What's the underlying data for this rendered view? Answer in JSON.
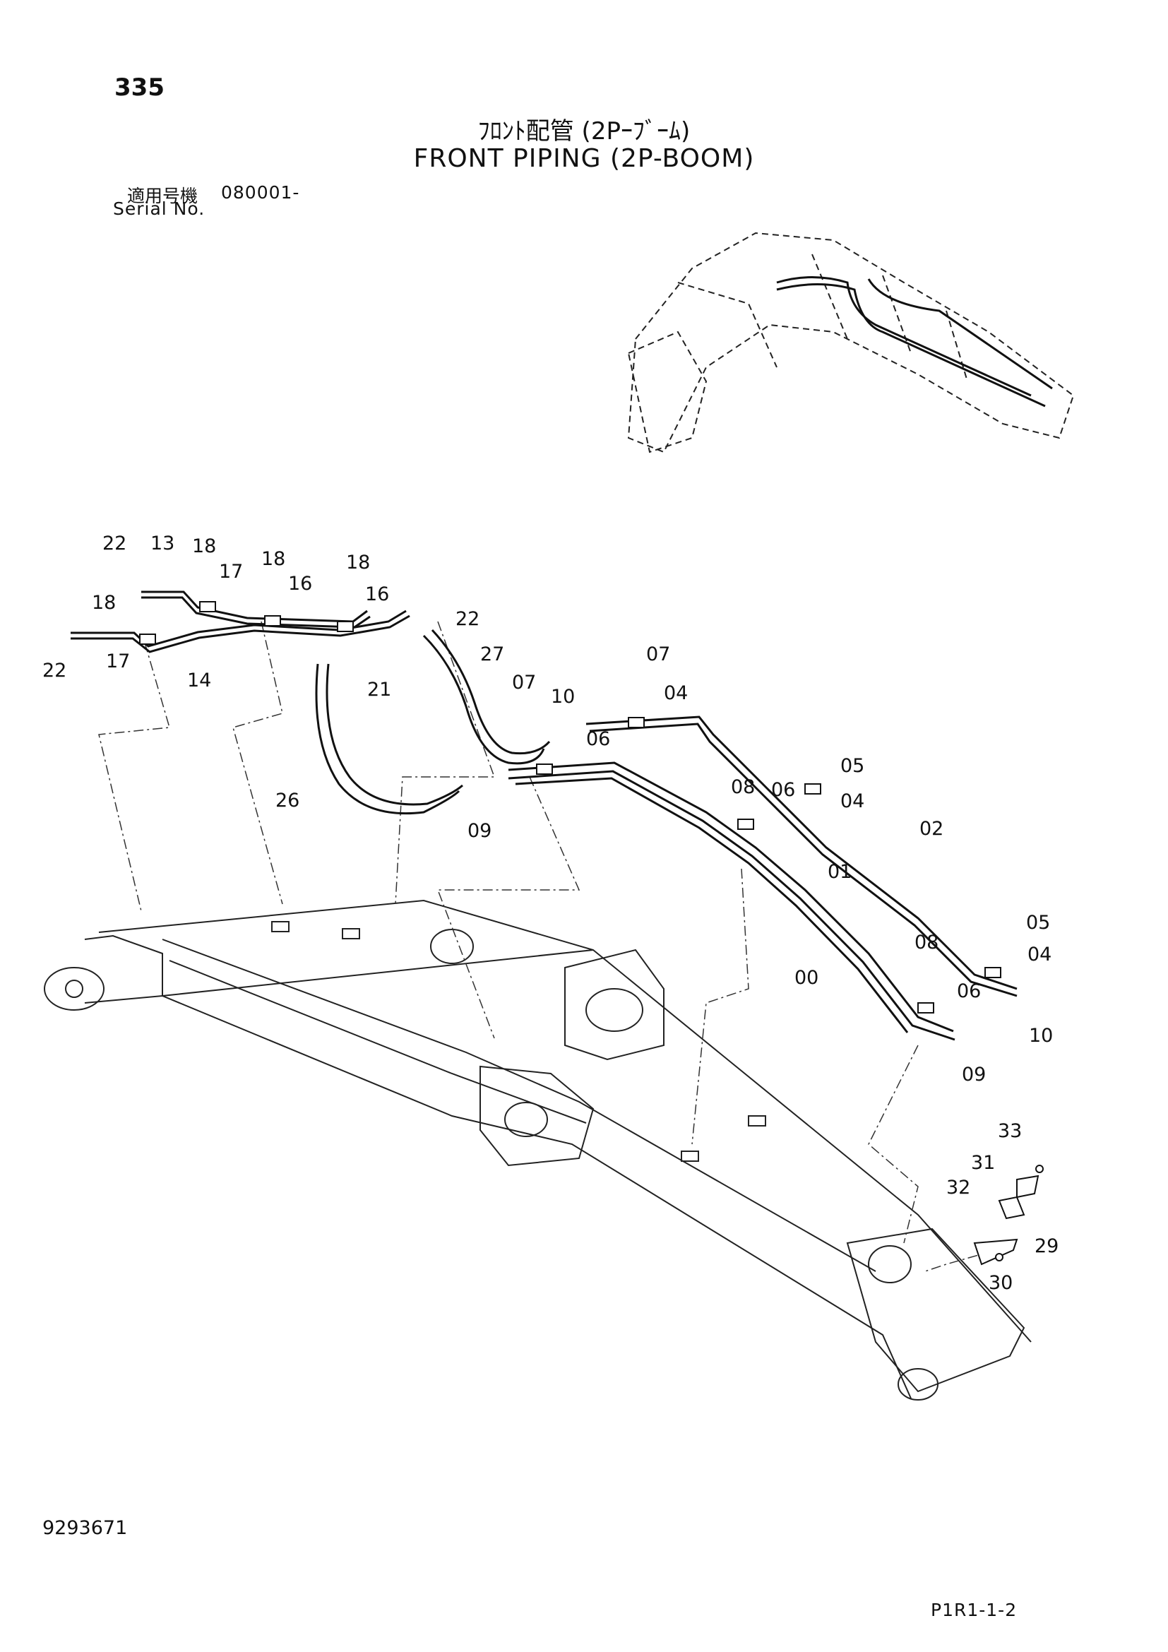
{
  "header": {
    "page_number": "335",
    "title_jp": "ﾌﾛﾝﾄ配管 (2Pｰﾌﾞｰﾑ)",
    "title_en": "FRONT PIPING (2P-BOOM)",
    "serial_label_jp": "適用号機",
    "serial_value": "080001-",
    "serial_label_en": "Serial No."
  },
  "footer": {
    "catalog_number": "9293671",
    "page_code": "P1R1-1-2"
  },
  "callouts": [
    "22",
    "13",
    "18",
    "17",
    "18",
    "16",
    "18",
    "16",
    "22",
    "18",
    "22",
    "17",
    "14",
    "27",
    "21",
    "07",
    "10",
    "26",
    "09",
    "06",
    "07",
    "04",
    "05",
    "04",
    "08",
    "06",
    "02",
    "01",
    "00",
    "08",
    "05",
    "04",
    "06",
    "10",
    "09",
    "33",
    "31",
    "32",
    "29",
    "30"
  ]
}
